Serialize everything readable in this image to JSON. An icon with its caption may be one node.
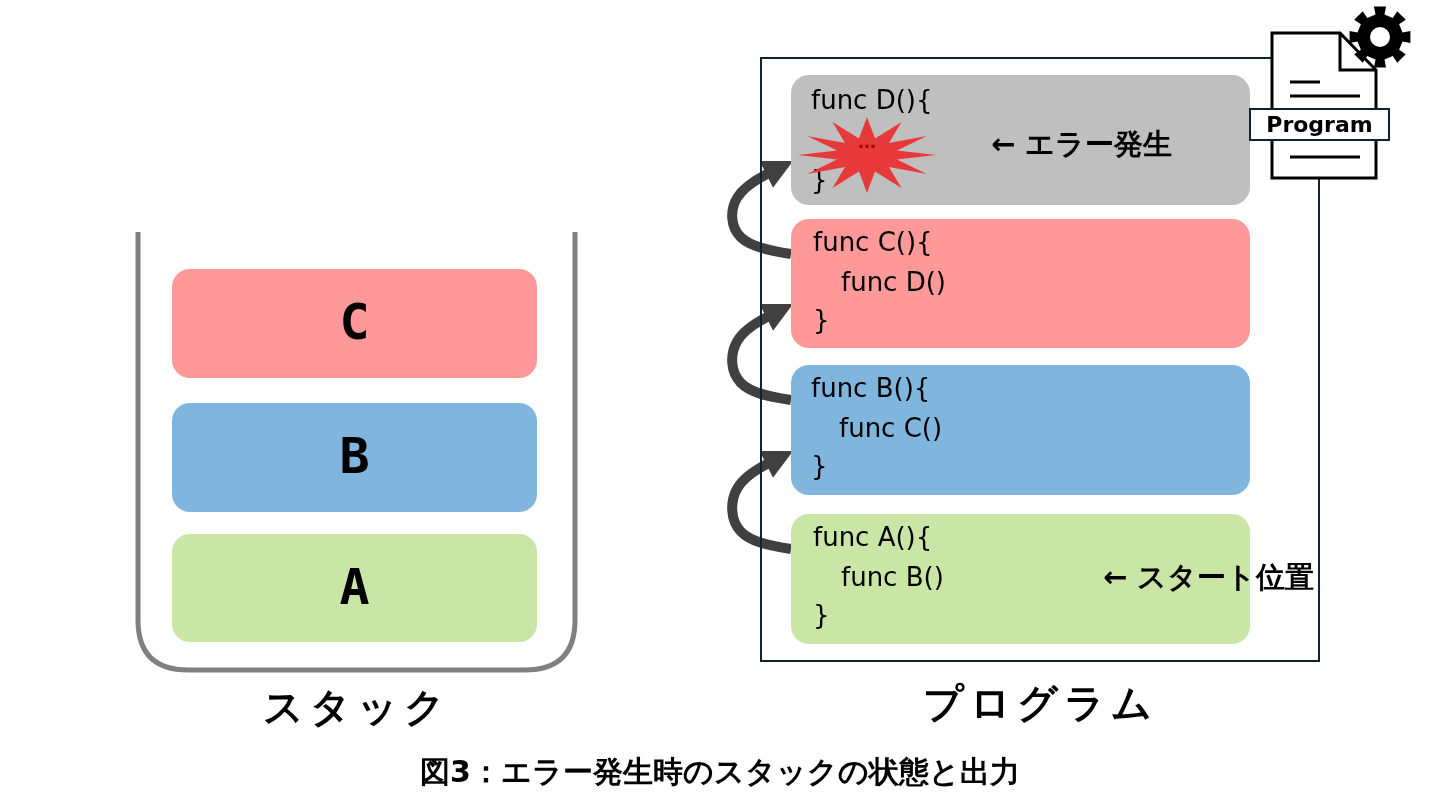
{
  "diagram": {
    "caption": "図3：エラー発生時のスタックの状態と出力",
    "nodes": [
      {
        "text": [
          "スタック"
        ]
      },
      {
        "text": [
          "C"
        ],
        "in": 0
      },
      {
        "text": [
          "B"
        ],
        "in": 0
      },
      {
        "text": [
          "A"
        ],
        "in": 0
      },
      {
        "text": [
          "プログラム"
        ]
      },
      {
        "text": [
          "func D(){",
          "}",
          "← エラー発生"
        ],
        "in": 4
      },
      {
        "text": [
          "…"
        ],
        "in": 5
      },
      {
        "text": [
          "func C(){",
          "func D()",
          "}"
        ],
        "in": 4
      },
      {
        "text": [
          "func B(){",
          "func C()",
          "}"
        ],
        "in": 4
      },
      {
        "text": [
          "func A(){",
          "func B()",
          "}",
          "← スタート位置"
        ],
        "in": 4
      }
    ],
    "edges": [
      {
        "from": 9,
        "to": 8,
        "arrow": "to"
      },
      {
        "from": 8,
        "to": 7,
        "arrow": "to"
      },
      {
        "from": 7,
        "to": 5,
        "arrow": "to"
      }
    ],
    "labels": [
      "Program"
    ]
  }
}
